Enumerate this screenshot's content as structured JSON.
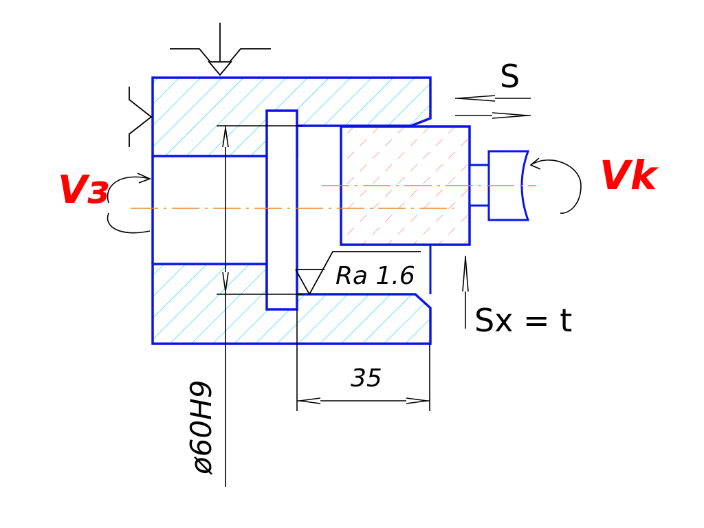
{
  "labels": {
    "workpiece_speed": "Vз",
    "tool_speed": "Vk",
    "feed": "S",
    "cross_feed": "Sx = t",
    "roughness": "Ra 1.6",
    "length_dim": "35",
    "diameter_dim": "ø60H9"
  },
  "colors": {
    "outline": "#0a14e6",
    "workpiece_hatch": "#1ed2f0",
    "tool_hatch": "#f07864",
    "centerline": "#e08a30",
    "annotation": "#ff0000",
    "line": "#000000"
  }
}
